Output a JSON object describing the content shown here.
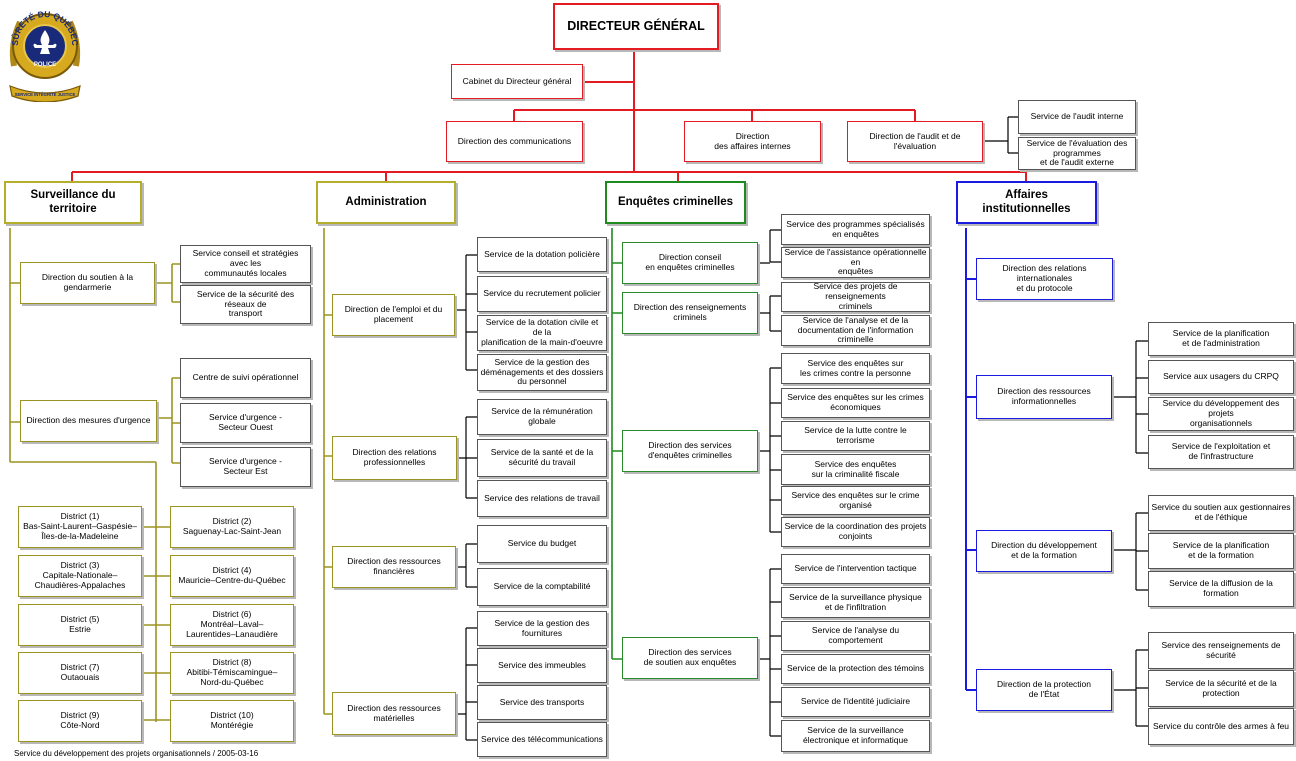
{
  "directeur": "DIRECTEUR GÉNÉRAL",
  "cabinet": "Cabinet du Directeur général",
  "top_directions": [
    "Direction des communications",
    "Direction\ndes affaires internes",
    "Direction de l'audit et de l'évaluation"
  ],
  "audit_services": [
    "Service de l'audit interne",
    "Service de l'évaluation des programmes\net de l'audit externe"
  ],
  "logo": {
    "top_text": "SÛRETÉ DU QUÉBEC",
    "mid_text": "POLICE",
    "ribbon_text": "SERVICE INTÉGRITÉ JUSTICE"
  },
  "branches": {
    "surveillance": "Surveillance du territoire",
    "administration": "Administration",
    "enquetes": "Enquêtes criminelles",
    "affaires": "Affaires institutionnelles"
  },
  "surveillance": {
    "dir_gendarmerie": "Direction du soutien à la gendarmerie",
    "gendarmerie_services": [
      "Service conseil et stratégies avec les\ncommunautés locales",
      "Service de la sécurité des réseaux de\ntransport"
    ],
    "dir_urgence": "Direction des mesures d'urgence",
    "urgence_services": [
      "Centre de suivi opérationnel",
      "Service d'urgence -\nSecteur Ouest",
      "Service d'urgence -\nSecteur Est"
    ],
    "districts": [
      "District (1)\nBas-Saint-Laurent–Gaspésie–\nÎles-de-la-Madeleine",
      "District (2)\nSaguenay-Lac-Saint-Jean",
      "District (3)\nCapitale-Nationale–\nChaudières-Appalaches",
      "District (4)\nMauricie–Centre-du-Québec",
      "District (5)\nEstrie",
      "District (6)\nMontréal–Laval–\nLaurentides–Lanaudière",
      "District (7)\nOutaouais",
      "District (8)\nAbitibi-Témiscamingue–\nNord-du-Québec",
      "District (9)\nCôte-Nord",
      "District (10)\nMontérégie"
    ]
  },
  "administration": {
    "directions": [
      "Direction de l'emploi et du\nplacement",
      "Direction des relations\nprofessionnelles",
      "Direction des ressources financières",
      "Direction des ressources matérielles"
    ],
    "services": [
      [
        "Service de la dotation policière",
        "Service du recrutement policier",
        "Service de la dotation civile et de la\nplanification de la main-d'oeuvre",
        "Service de la gestion des\ndéménagements et des dossiers\ndu personnel"
      ],
      [
        "Service de la rémunération globale",
        "Service de la santé et de la\nsécurité du travail",
        "Service des relations de travail"
      ],
      [
        "Service du budget",
        "Service de la comptabilité"
      ],
      [
        "Service de la gestion des fournitures",
        "Service des immeubles",
        "Service des transports",
        "Service des télécommunications"
      ]
    ]
  },
  "enquetes": {
    "directions": [
      "Direction conseil\nen enquêtes criminelles",
      "Direction des renseignements criminels",
      "Direction des services\nd'enquêtes criminelles",
      "Direction des services\nde soutien aux enquêtes"
    ],
    "services": [
      [
        "Service des programmes spécialisés\nen enquêtes",
        "Service de l'assistance opérationnelle en\nenquêtes"
      ],
      [
        "Service des projets de renseignements\ncriminels",
        "Service de l'analyse et de la\ndocumentation de l'information criminelle"
      ],
      [
        "Service des enquêtes sur\nles crimes contre la personne",
        "Service des enquêtes sur les crimes\néconomiques",
        "Service de la lutte contre le terrorisme",
        "Service des enquêtes\nsur la criminalité fiscale",
        "Service des enquêtes sur le crime organisé",
        "Service de la coordination des projets\nconjoints"
      ],
      [
        "Service de l'intervention tactique",
        "Service de la surveillance physique\net de l'infiltration",
        "Service de l'analyse du comportement",
        "Service de la protection des témoins",
        "Service de l'identité judiciaire",
        "Service de la surveillance\nélectronique et informatique"
      ]
    ]
  },
  "affaires": {
    "directions": [
      "Direction des relations internationales\net du protocole",
      "Direction des ressources\ninformationnelles",
      "Direction du développement\net de la formation",
      "Direction de la protection\nde l'État"
    ],
    "services": [
      [],
      [
        "Service de la planification\net de l'administration",
        "Service aux usagers du CRPQ",
        "Service du développement des projets\norganisationnels",
        "Service de l'exploitation et\nde l'infrastructure"
      ],
      [
        "Service du soutien aux gestionnaires\net de l'éthique",
        "Service de la planification\net de la formation",
        "Service de la diffusion de la formation"
      ],
      [
        "Service des renseignements de sécurité",
        "Service de la sécurité et de la protection",
        "Service du contrôle des armes à feu"
      ]
    ]
  },
  "footer": "Service du développement des projets organisationnels / 2005-03-16",
  "colors": {
    "red": "#e41b23",
    "olive": "#b5ad2c",
    "green": "#1f8a1f",
    "blue": "#1a1ae0"
  }
}
